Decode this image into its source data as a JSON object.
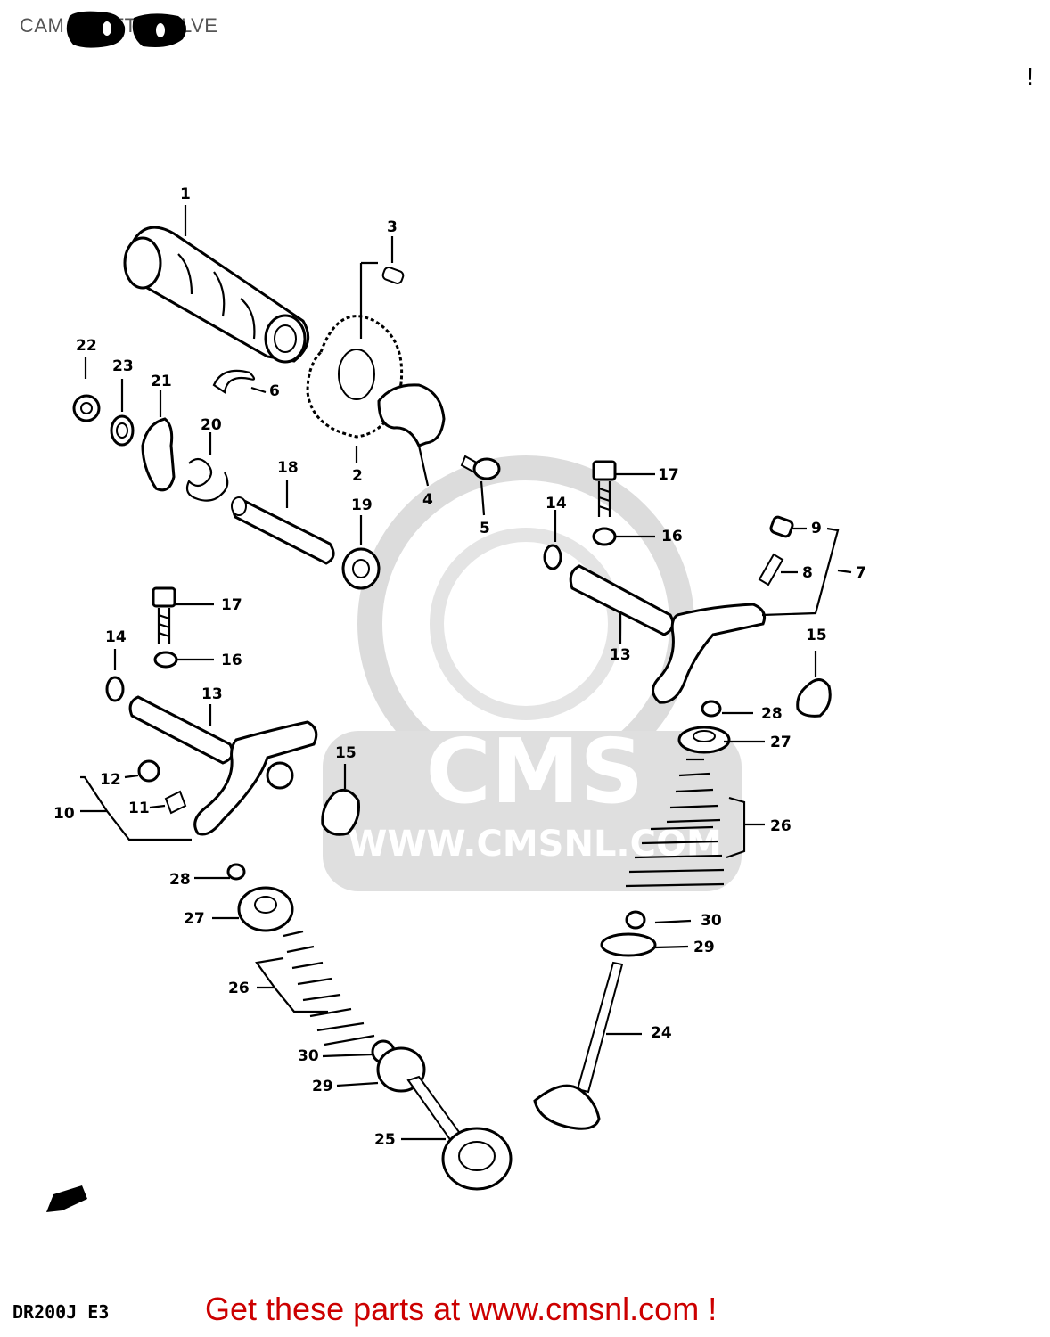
{
  "title": "CAM SHAFT - VALVE",
  "model_code": "DR200J E3",
  "footer_text": "Get these parts at www.cmsnl.com !",
  "corner_mark": "!",
  "watermark": {
    "brand": "CMS",
    "url": "WWW.CMSNL.COM",
    "color": "#d9d9d9"
  },
  "callouts": [
    {
      "id": "1",
      "part": "camshaft"
    },
    {
      "id": "2",
      "part": "cam-sprocket"
    },
    {
      "id": "3",
      "part": "pin"
    },
    {
      "id": "4",
      "part": "sprocket-plate"
    },
    {
      "id": "5",
      "part": "bolt"
    },
    {
      "id": "6",
      "part": "circlip"
    },
    {
      "id": "7",
      "part": "rocker-arm-exhaust"
    },
    {
      "id": "8",
      "part": "adjusting-screw"
    },
    {
      "id": "9",
      "part": "nut"
    },
    {
      "id": "10",
      "part": "rocker-arm-intake"
    },
    {
      "id": "11",
      "part": "adjusting-screw"
    },
    {
      "id": "12",
      "part": "nut"
    },
    {
      "id": "13",
      "part": "rocker-arm-shaft"
    },
    {
      "id": "14",
      "part": "o-ring"
    },
    {
      "id": "15",
      "part": "gasket"
    },
    {
      "id": "16",
      "part": "gasket-washer"
    },
    {
      "id": "17",
      "part": "bolt"
    },
    {
      "id": "18",
      "part": "shaft"
    },
    {
      "id": "19",
      "part": "bearing"
    },
    {
      "id": "20",
      "part": "spring"
    },
    {
      "id": "21",
      "part": "decomp-lever"
    },
    {
      "id": "22",
      "part": "nut"
    },
    {
      "id": "23",
      "part": "oil-seal"
    },
    {
      "id": "24",
      "part": "exhaust-valve"
    },
    {
      "id": "25",
      "part": "intake-valve"
    },
    {
      "id": "26",
      "part": "valve-spring"
    },
    {
      "id": "27",
      "part": "valve-spring-retainer"
    },
    {
      "id": "28",
      "part": "cotter"
    },
    {
      "id": "29",
      "part": "spring-seat"
    },
    {
      "id": "30",
      "part": "oil-seal"
    }
  ]
}
